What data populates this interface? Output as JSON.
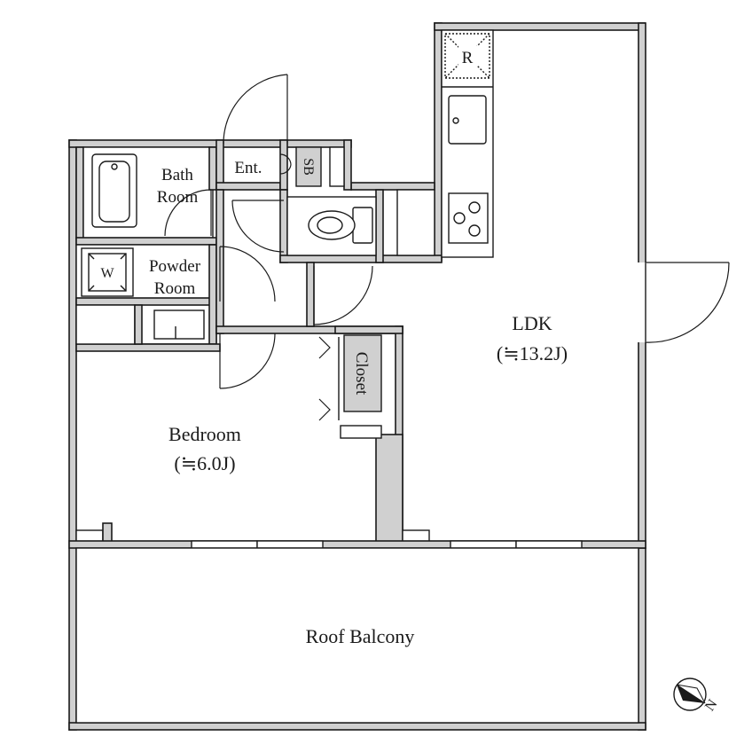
{
  "rooms": {
    "bath": [
      "Bath",
      "Room"
    ],
    "entrance": "Ent.",
    "shoe_box": "SB",
    "powder": [
      "Powder",
      "Room"
    ],
    "washer": "W",
    "refrigerator": "R",
    "ldk": [
      "LDK",
      "(≒13.2J)"
    ],
    "closet": "Closet",
    "bedroom": [
      "Bedroom",
      "(≒6.0J)"
    ],
    "balcony": "Roof Balcony"
  },
  "compass": {
    "north_label": "N"
  }
}
